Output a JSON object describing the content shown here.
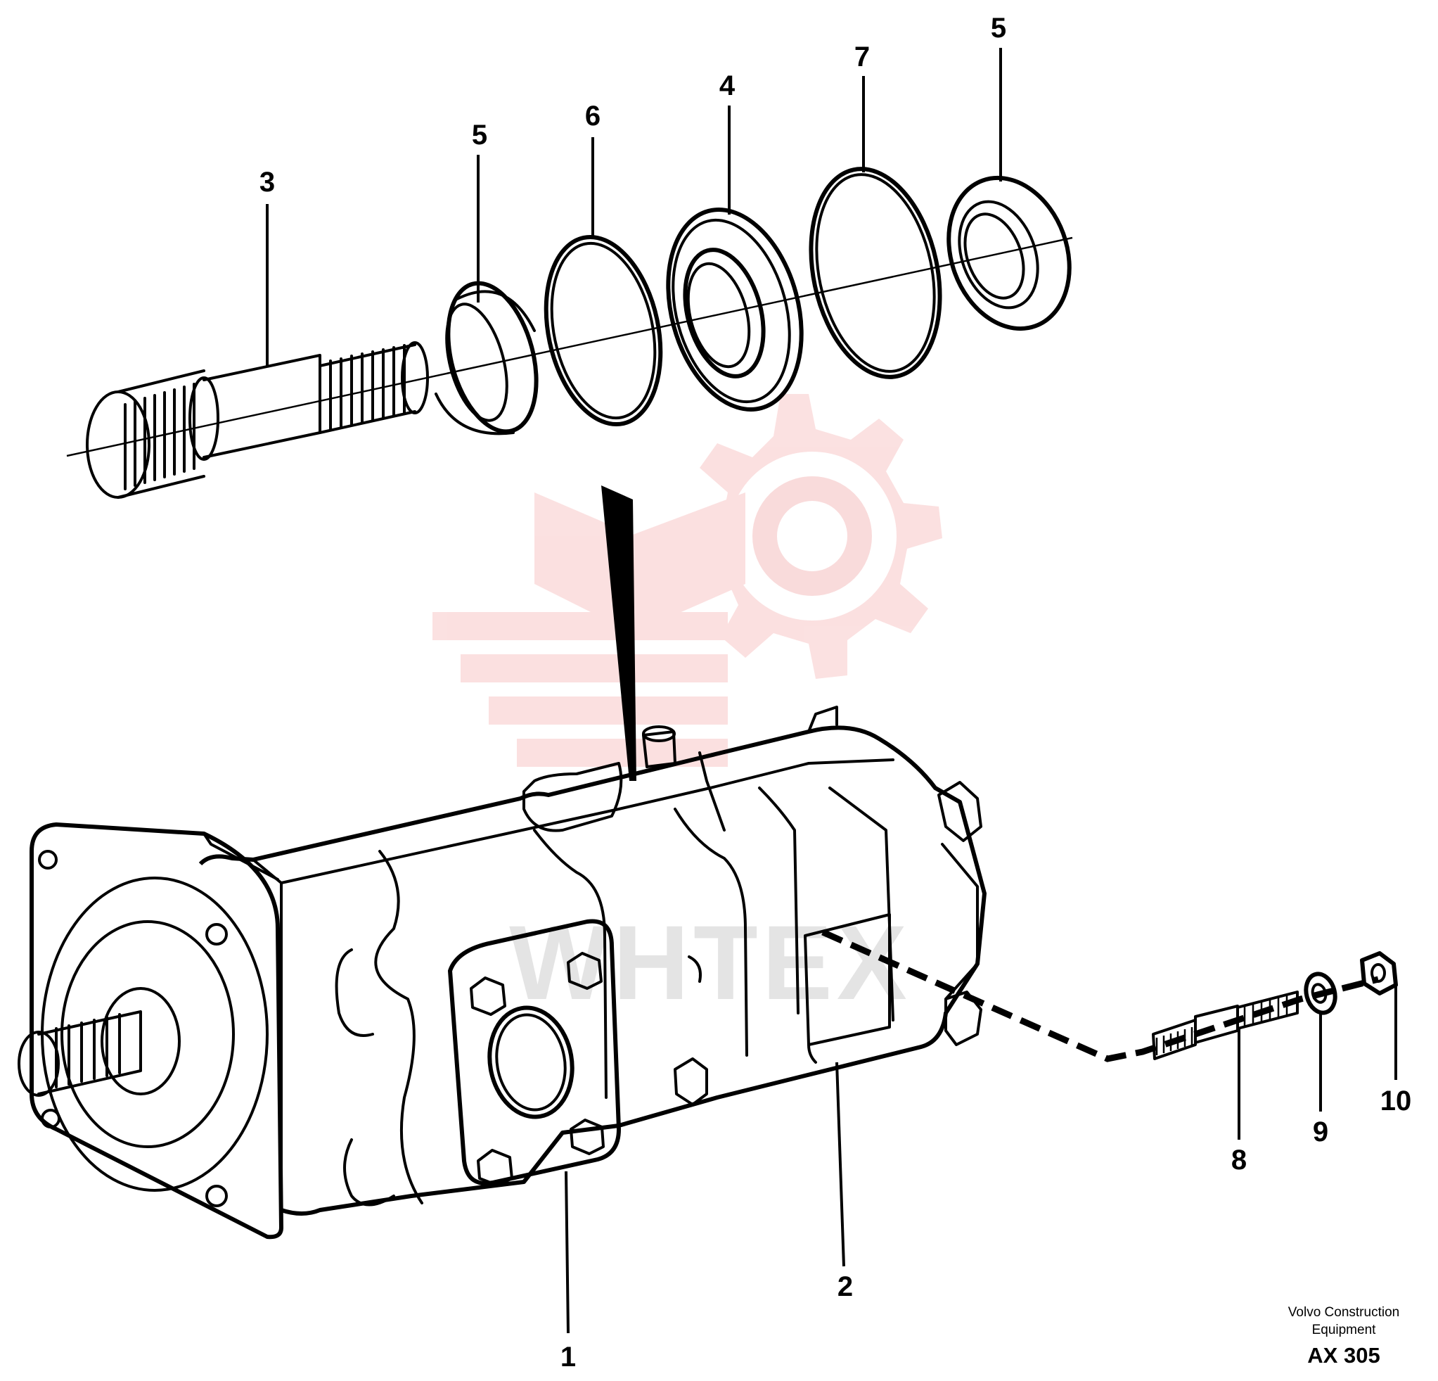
{
  "callouts": [
    {
      "id": "1",
      "label": "1"
    },
    {
      "id": "2",
      "label": "2"
    },
    {
      "id": "3",
      "label": "3"
    },
    {
      "id": "4",
      "label": "4"
    },
    {
      "id": "5a",
      "label": "5"
    },
    {
      "id": "5b",
      "label": "5"
    },
    {
      "id": "6",
      "label": "6"
    },
    {
      "id": "7",
      "label": "7"
    },
    {
      "id": "8",
      "label": "8"
    },
    {
      "id": "9",
      "label": "9"
    },
    {
      "id": "10",
      "label": "10"
    }
  ],
  "credit": {
    "line1": "Volvo Construction",
    "line2": "Equipment",
    "code": "AX 305"
  },
  "watermark": {
    "text": "WHTEX",
    "color": "#f29a9a"
  }
}
